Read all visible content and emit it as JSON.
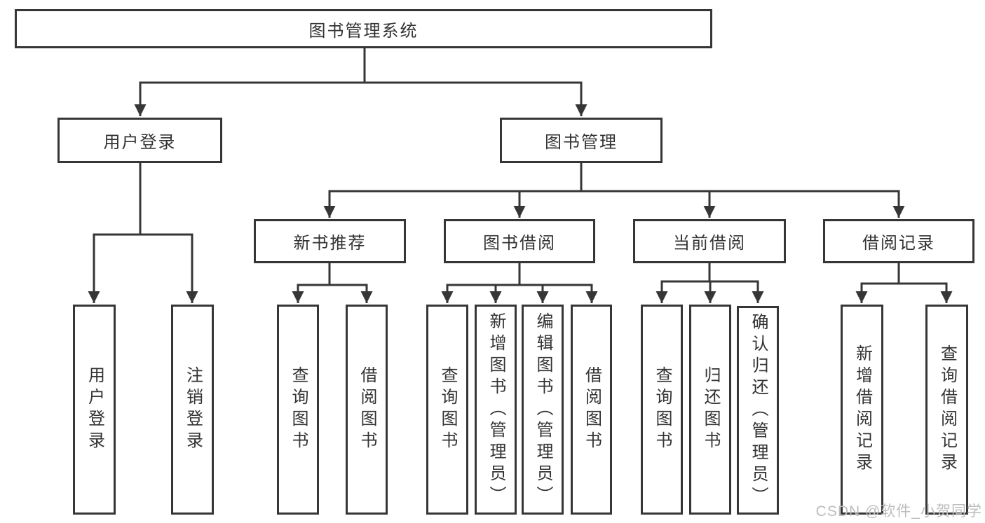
{
  "title": "图书管理系统",
  "level2": {
    "user_login": "用户登录",
    "book_mgmt": "图书管理"
  },
  "level3": {
    "new_book": "新书推荐",
    "book_borrow": "图书借阅",
    "current_borrow": "当前借阅",
    "borrow_record": "借阅记录"
  },
  "leaves": {
    "user_login": "用户登录",
    "logout": "注销登录",
    "nb_query": "查询图书",
    "nb_borrow": "借阅图书",
    "bb_query": "查询图书",
    "bb_add": "新增图书（管理员）",
    "bb_edit": "编辑图书（管理员）",
    "bb_borrow": "借阅图书",
    "cb_query": "查询图书",
    "cb_return": "归还图书",
    "cb_confirm": "确认归还（管理员）",
    "br_add": "新增借阅记录",
    "br_query": "查询借阅记录"
  },
  "watermark": "CSDN @软件_小贺同学",
  "colors": {
    "line": "#363636",
    "text": "#333333",
    "watermark": "#bdbdbd",
    "background": "#ffffff"
  }
}
